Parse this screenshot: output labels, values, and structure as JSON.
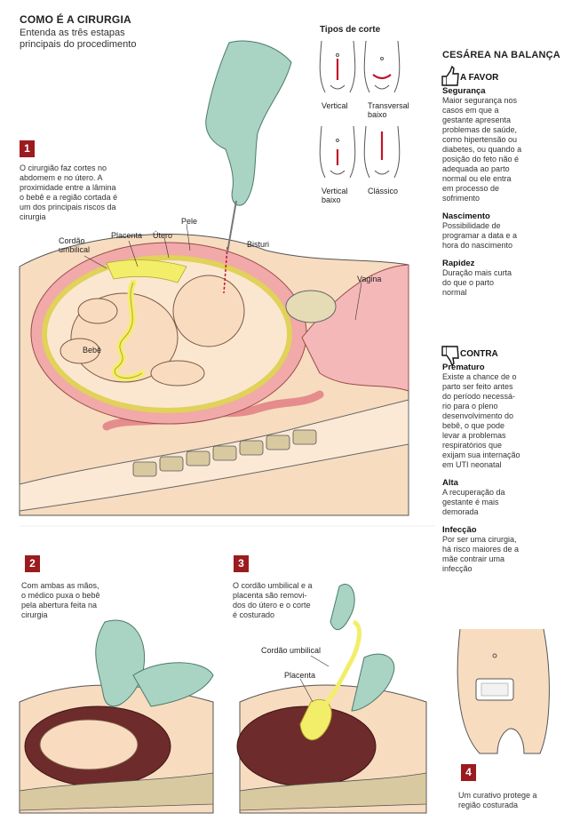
{
  "header": {
    "title": "COMO É A CIRURGIA",
    "subtitle_line1": "Entenda as três estapas",
    "subtitle_line2": "principais do procedimento"
  },
  "cuts": {
    "title": "Tipos de corte",
    "items": [
      "Vertical",
      "Transversal\nbaixo",
      "Vertical\nbaixo",
      "Clássico"
    ]
  },
  "step1": {
    "num": "1",
    "text": [
      "O cirurgião faz cortes no",
      "abdomem e no útero. A",
      "proximidade entre a lâmina",
      "o bebê e a região cortada é",
      "um dos principais riscos da",
      "cirurgia"
    ]
  },
  "labels": {
    "cordao": [
      "Cordão",
      "umbilical"
    ],
    "placenta": "Placenta",
    "utero": "Útero",
    "pele": "Pele",
    "bisturi": "Bisturi",
    "vagina": "Vagina",
    "bebe": "Bebê"
  },
  "step2": {
    "num": "2",
    "text": [
      "Com ambas as mãos,",
      "o médico puxa o bebê",
      "pela abertura feita na",
      "cirurgia"
    ]
  },
  "step3": {
    "num": "3",
    "text": [
      "O cordão umbilical e a",
      "placenta são removi-",
      "dos do útero e o corte",
      "é costurado"
    ],
    "label_cordao": "Cordão umbilical",
    "label_placenta": "Placenta"
  },
  "step4": {
    "num": "4",
    "text": [
      "Um curativo protege a",
      "região costurada"
    ]
  },
  "balance": {
    "title": "CESÁREA NA BALANÇA",
    "pro_title": "A FAVOR",
    "pro": [
      {
        "head": "Segurança",
        "lines": [
          "Maior segurança nos",
          "casos em que a",
          "gestante apresenta",
          "problemas de saúde,",
          "como hipertensão ou",
          "diabetes, ou quando a",
          "posição do feto não é",
          "adequada ao parto",
          "normal ou ele entra",
          "em processo de",
          "sofrimento"
        ]
      },
      {
        "head": "Nascimento",
        "lines": [
          "Possibilidade de",
          "programar a data e a",
          "hora do nascimento"
        ]
      },
      {
        "head": "Rapidez",
        "lines": [
          "Duração mais curta",
          "do que o parto",
          "normal"
        ]
      }
    ],
    "con_title": "CONTRA",
    "con": [
      {
        "head": "Prematuro",
        "lines": [
          "Existe a chance de o",
          "parto ser feito antes",
          "do período necessá-",
          "rio para o pleno",
          "desenvolvimento do",
          "bebê, o que pode",
          "levar a problemas",
          "respiratórios que",
          "exijam sua internação",
          "em UTI neonatal"
        ]
      },
      {
        "head": "Alta",
        "lines": [
          "A recuperação da",
          "gestante é mais",
          "demorada"
        ]
      },
      {
        "head": "Infecção",
        "lines": [
          "Por ser uma cirurgia,",
          "há risco maiores de a",
          "mãe contrair uma",
          "infecção"
        ]
      }
    ]
  },
  "colors": {
    "accent": "#9b1b1f",
    "skin": "#f6d7b4",
    "uterus": "#efa8a8",
    "placenta": "#f3ee6a",
    "glove": "#a9d3c3",
    "cavity": "#7a2a2a"
  }
}
